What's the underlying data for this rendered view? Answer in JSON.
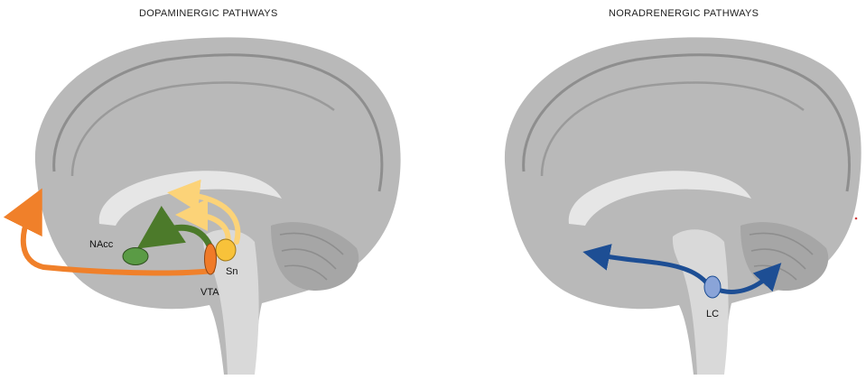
{
  "panels": [
    {
      "title": "DOPAMINERGIC PATHWAYS",
      "labels": {
        "nacc": "NAcc",
        "sn": "Sn",
        "vta": "VTA"
      },
      "colors": {
        "mesocortical": "#f0802a",
        "mesolimbic": "#4c7a2a",
        "nigrostriatal": "#fcd378",
        "nacc": "#5a9b45",
        "sn": "#f8c23a",
        "vta": "#f07a28"
      }
    },
    {
      "title": "NORADRENERGIC PATHWAYS",
      "labels": {
        "lc": "LC"
      },
      "colors": {
        "pathway": "#1d4e94",
        "lc": "#8aa4d8"
      }
    }
  ],
  "brain_colors": {
    "tissue": "#b9b9b9",
    "dark": "#8e8e8e",
    "light": "#d6d6d6",
    "callosum": "#e6e6e6",
    "brainstem": "#d9d9d9"
  }
}
